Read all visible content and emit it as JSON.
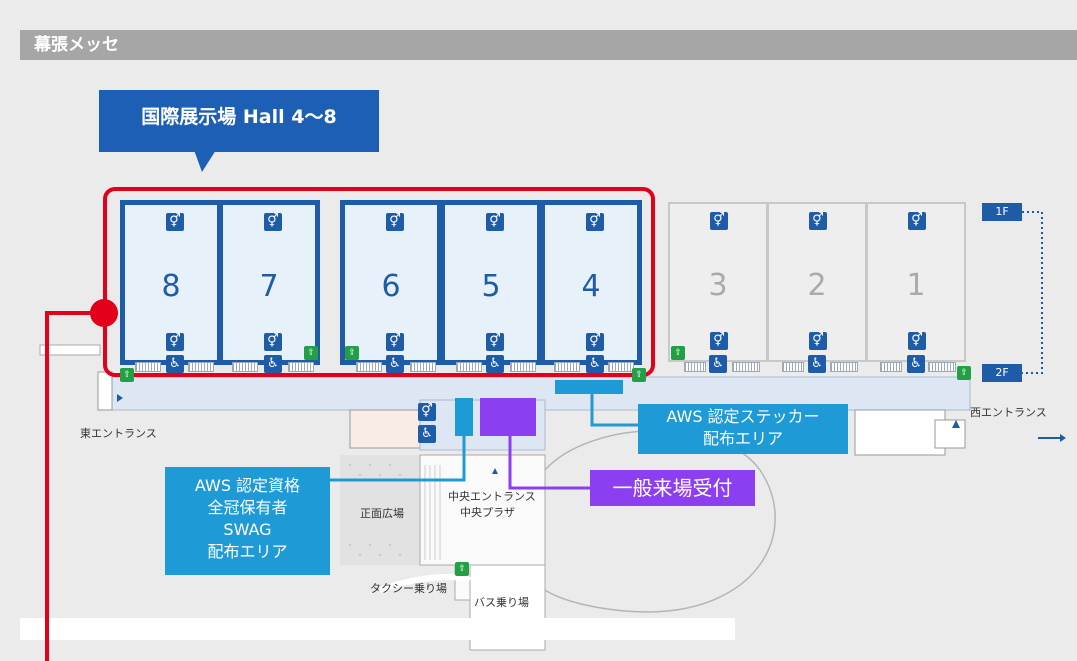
{
  "header": {
    "title": "幕張メッセ"
  },
  "callout": {
    "label": "国際展示場 Hall 4〜8"
  },
  "halls": [
    {
      "number": "8",
      "highlighted": true
    },
    {
      "number": "7",
      "highlighted": true
    },
    {
      "number": "6",
      "highlighted": true
    },
    {
      "number": "5",
      "highlighted": true
    },
    {
      "number": "4",
      "highlighted": true
    },
    {
      "number": "3",
      "highlighted": false
    },
    {
      "number": "2",
      "highlighted": false
    },
    {
      "number": "1",
      "highlighted": false
    }
  ],
  "floors": {
    "upper": "1F",
    "lower": "2F"
  },
  "places": {
    "east_entrance": "東エントランス",
    "west_entrance": "西エントランス",
    "central_entrance": "中央エントランス",
    "central_plaza": "中央プラザ",
    "front_square": "正面広場",
    "taxi": "タクシー乗り場",
    "bus": "バス乗り場"
  },
  "areas": {
    "sticker_area": [
      "AWS 認定ステッカー",
      "配布エリア"
    ],
    "swag_area": [
      "AWS 認定資格",
      "全冠保有者",
      "SWAG",
      "配布エリア"
    ],
    "reception": "一般来場受付"
  },
  "icons": {
    "restroom": "restroom-icon",
    "wheelchair": "wheelchair-icon",
    "emergency_exit": "emergency-exit-icon"
  },
  "colors": {
    "hall_border": "#1f5ca8",
    "hall_fill": "#e7f1fa",
    "highlight_red": "#e2001a",
    "info_blue": "#1e9ad6",
    "reception_purple": "#8b3ff1",
    "header_gray": "#a6a6a6"
  }
}
